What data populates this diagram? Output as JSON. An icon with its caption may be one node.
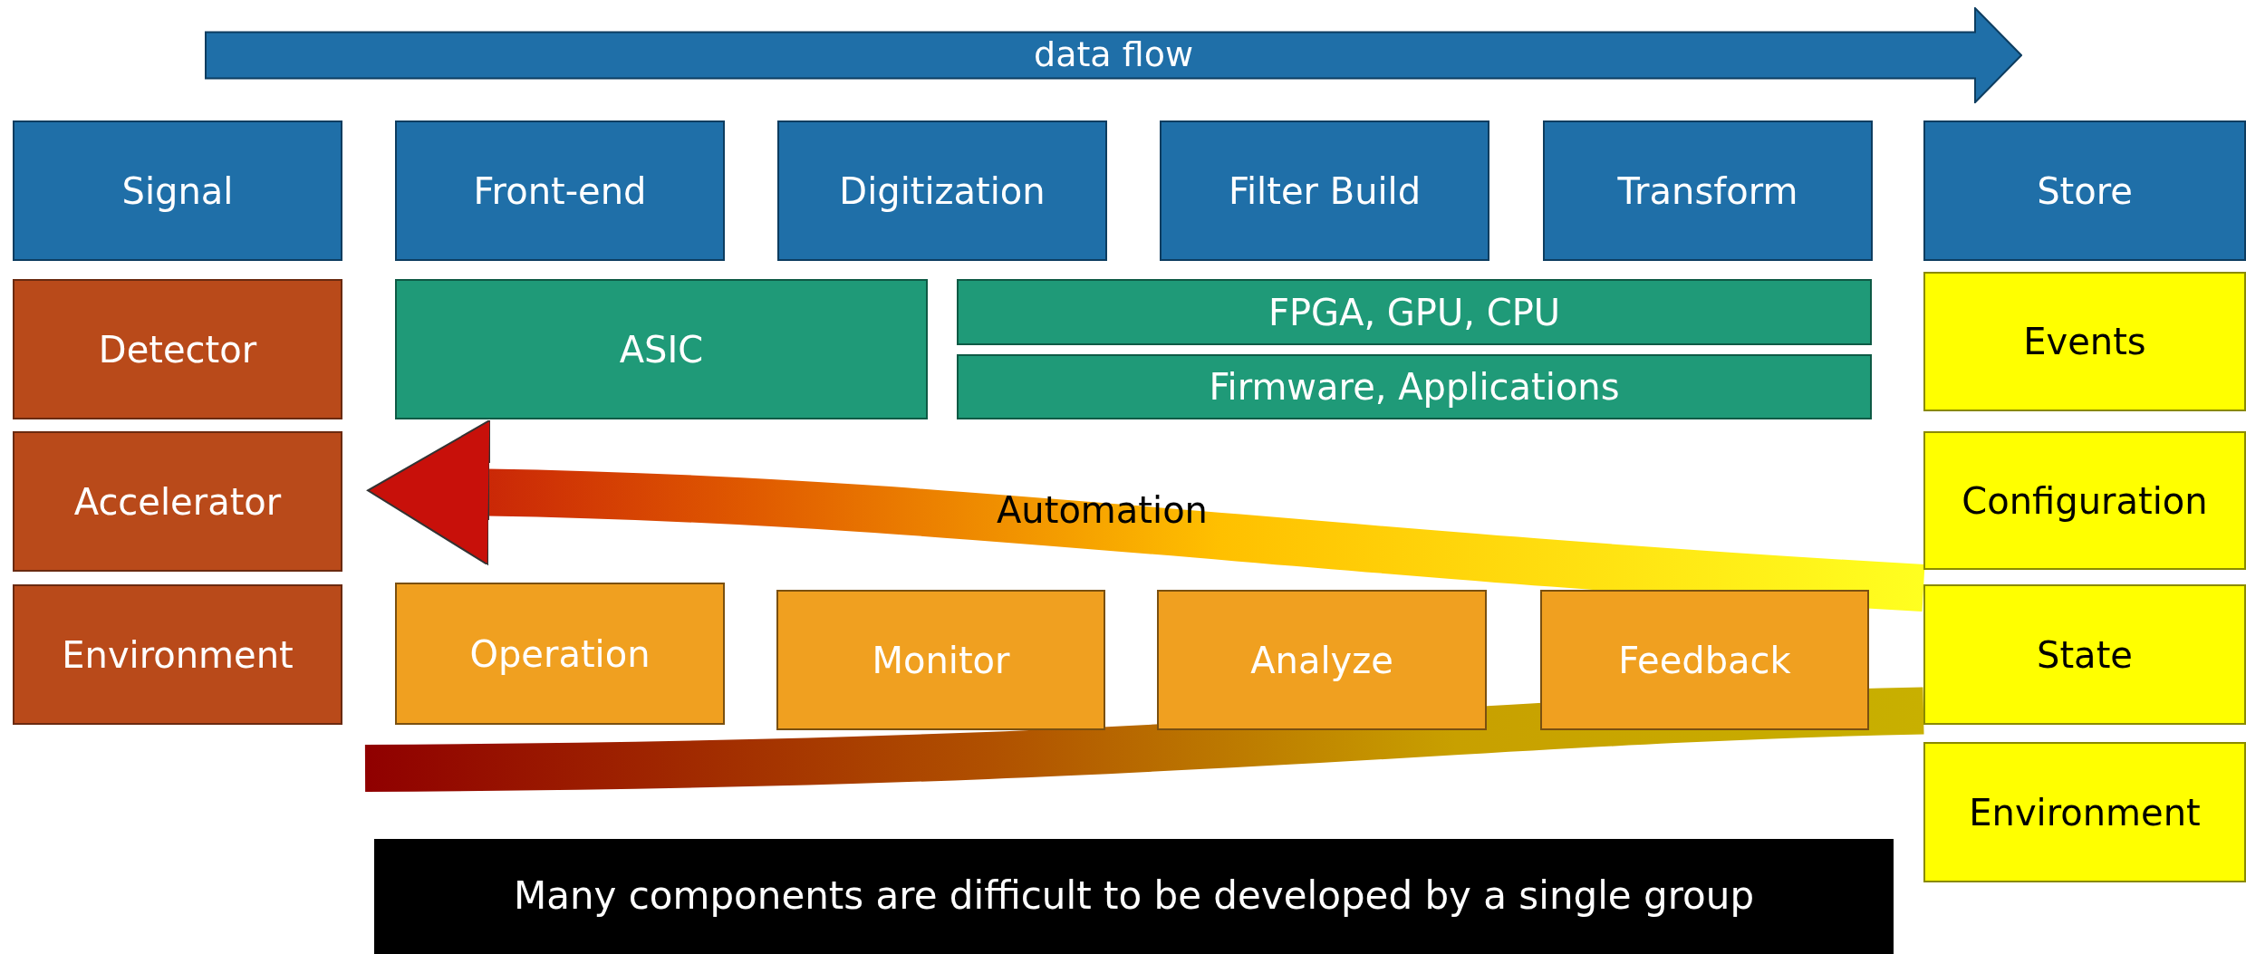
{
  "diagram": {
    "nodes": [
      {
        "text": [
          "data flow"
        ]
      },
      {
        "text": [
          "Signal"
        ]
      },
      {
        "text": [
          "Front-end"
        ]
      },
      {
        "text": [
          "Digitization"
        ]
      },
      {
        "text": [
          "Filter Build"
        ]
      },
      {
        "text": [
          "Transform"
        ]
      },
      {
        "text": [
          "Store"
        ]
      },
      {
        "text": [
          "Detector"
        ]
      },
      {
        "text": [
          "ASIC"
        ]
      },
      {
        "text": [
          "FPGA, GPU, CPU"
        ]
      },
      {
        "text": [
          "Events"
        ]
      },
      {
        "text": [
          "Firmware, Applications"
        ]
      },
      {
        "text": [
          "Accelerator"
        ]
      },
      {
        "text": [
          "Configuration"
        ]
      },
      {
        "text": [
          "Environment"
        ]
      },
      {
        "text": [
          "Operation"
        ]
      },
      {
        "text": [
          "Monitor"
        ]
      },
      {
        "text": [
          "Analyze"
        ]
      },
      {
        "text": [
          "Feedback"
        ]
      },
      {
        "text": [
          "State"
        ]
      },
      {
        "text": [
          "Environment"
        ]
      },
      {
        "text": [
          "Many components are difficult to be developed by a single group"
        ]
      }
    ],
    "edges": [
      {
        "from": 19,
        "to": 12,
        "arrow": "to",
        "label": "Automation"
      },
      {
        "from": null,
        "to": 19,
        "arrow": "none"
      }
    ]
  }
}
